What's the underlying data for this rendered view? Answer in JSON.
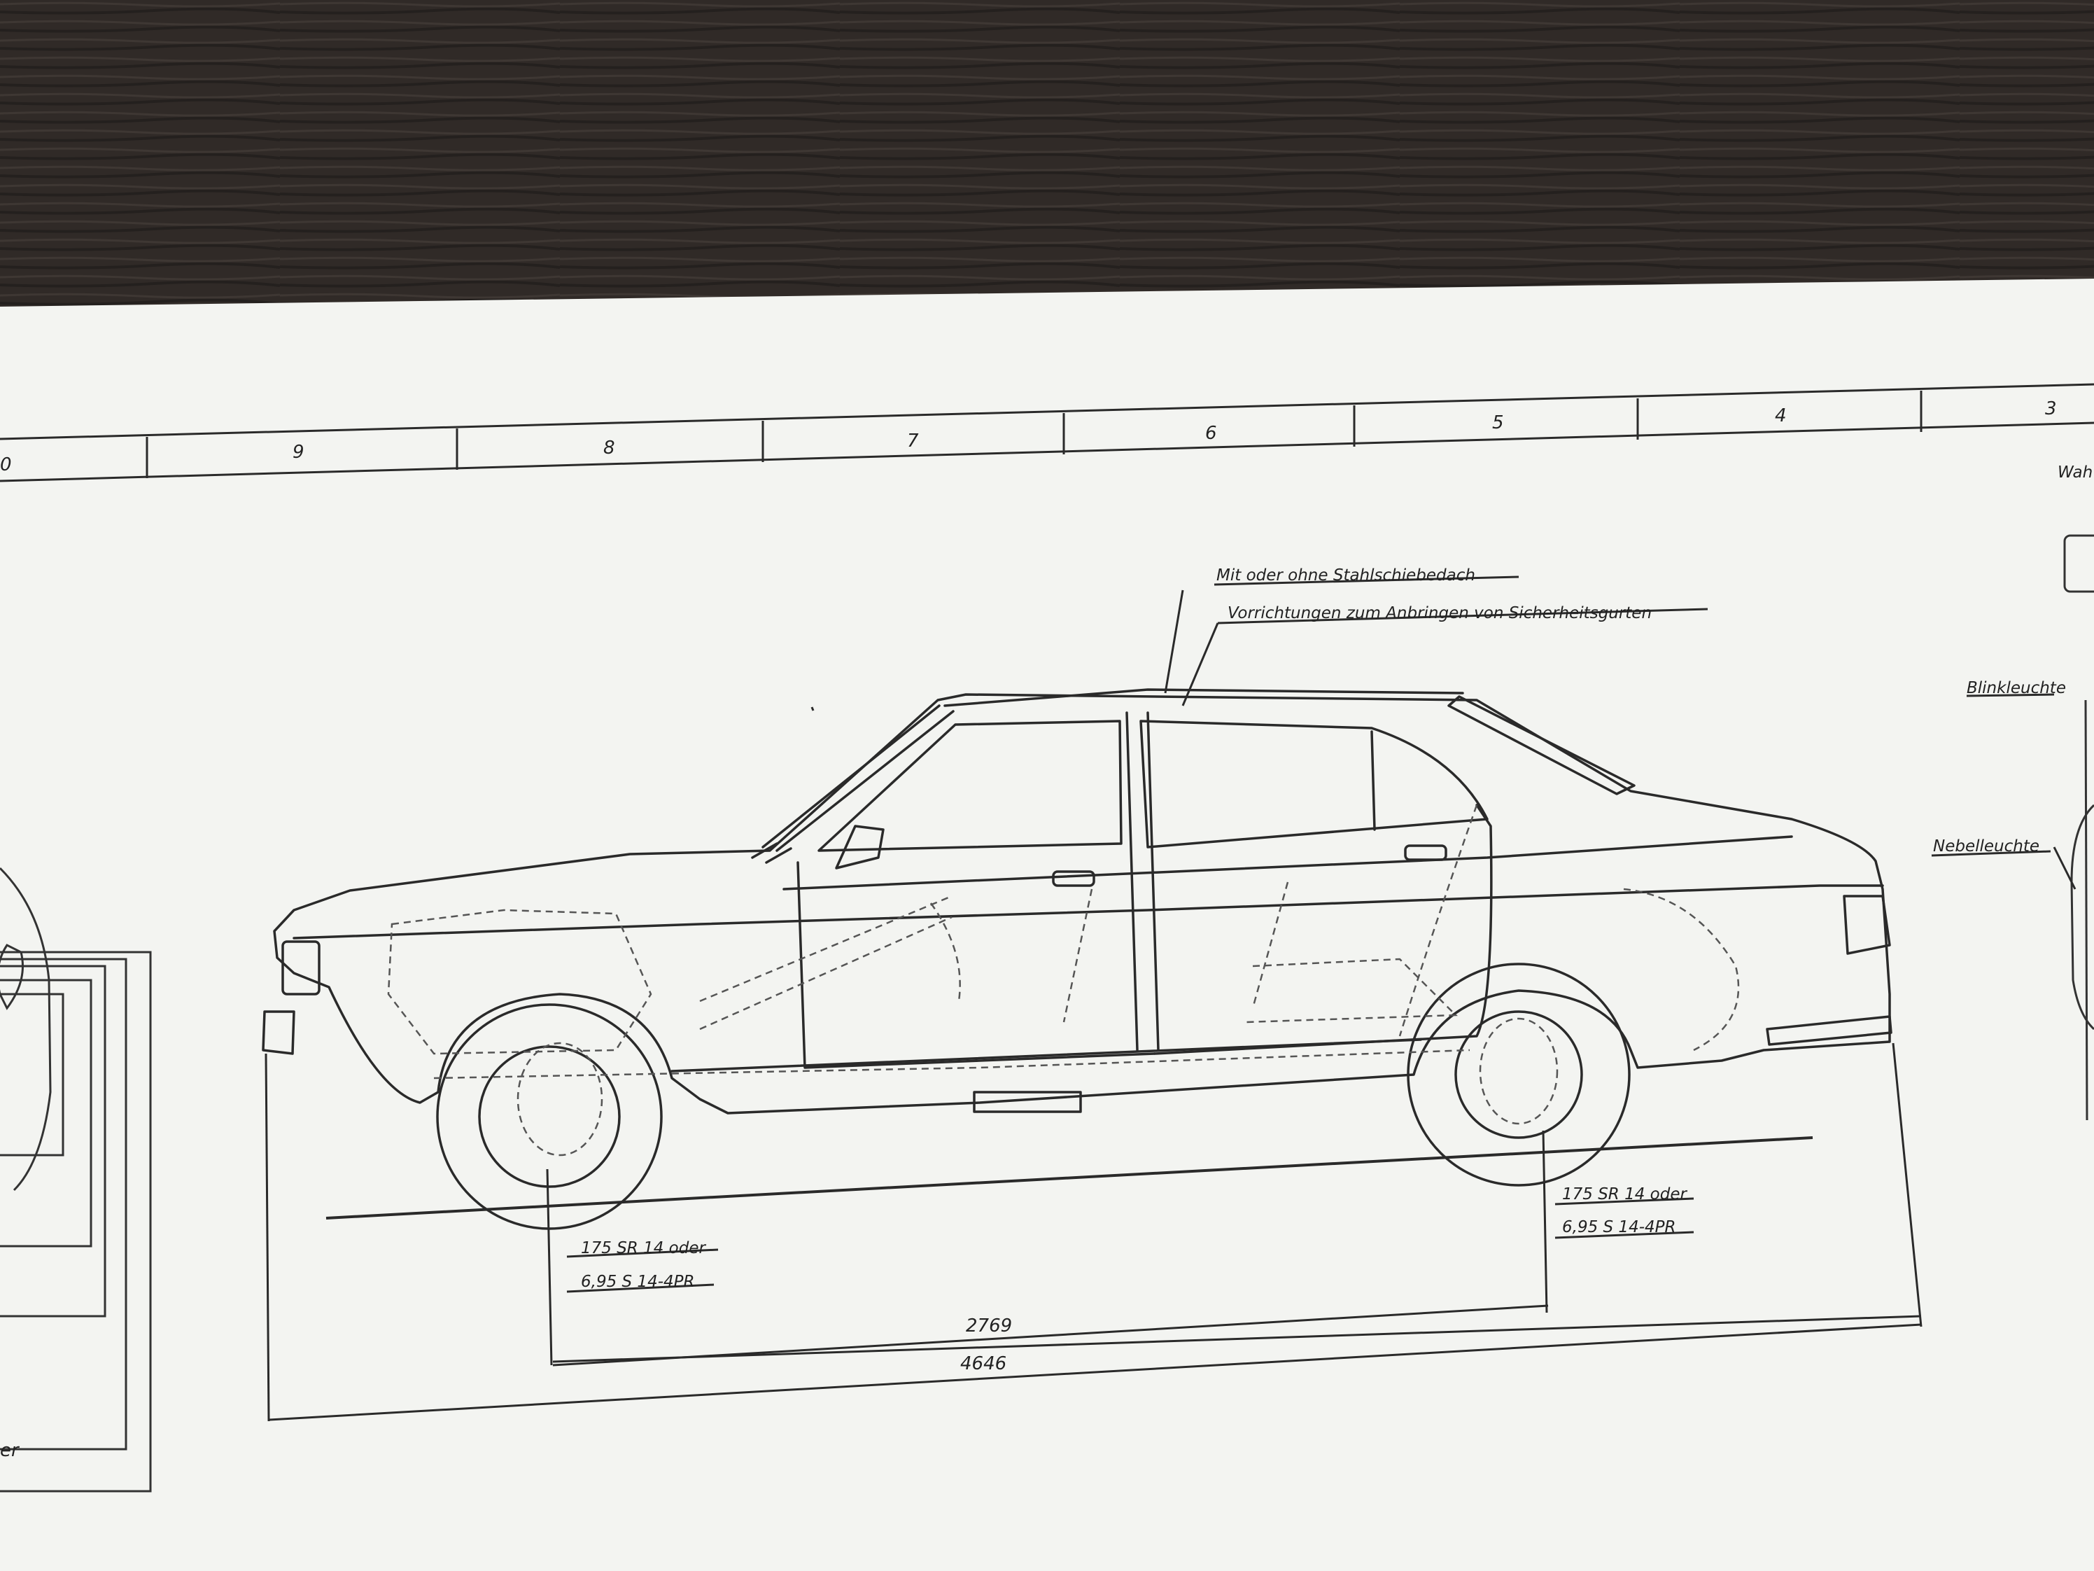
{
  "zone_strip": {
    "numbers": [
      "0",
      "9",
      "8",
      "7",
      "6",
      "5",
      "4",
      "3"
    ]
  },
  "callouts": {
    "sunroof": "Mit oder ohne Stahlschiebedach",
    "seatbelts": "Vorrichtungen zum Anbringen von Sicherheitsgurten",
    "blinker": "Blinkleuchte",
    "fog_light": "Nebelleuchte",
    "partial_right": "Wah",
    "partial_left": "er"
  },
  "tyres": {
    "front_line1": "175 SR 14 oder",
    "front_line2": "6,95 S 14-4PR",
    "rear_line1": "175 SR 14 oder",
    "rear_line2": "6,95 S 14-4PR"
  },
  "dimensions": {
    "wheelbase": "2769",
    "overall_length": "4646"
  },
  "colors": {
    "paper": "#f4f5f2",
    "ink": "#2a2a2a",
    "wood": "#2f2a27"
  }
}
